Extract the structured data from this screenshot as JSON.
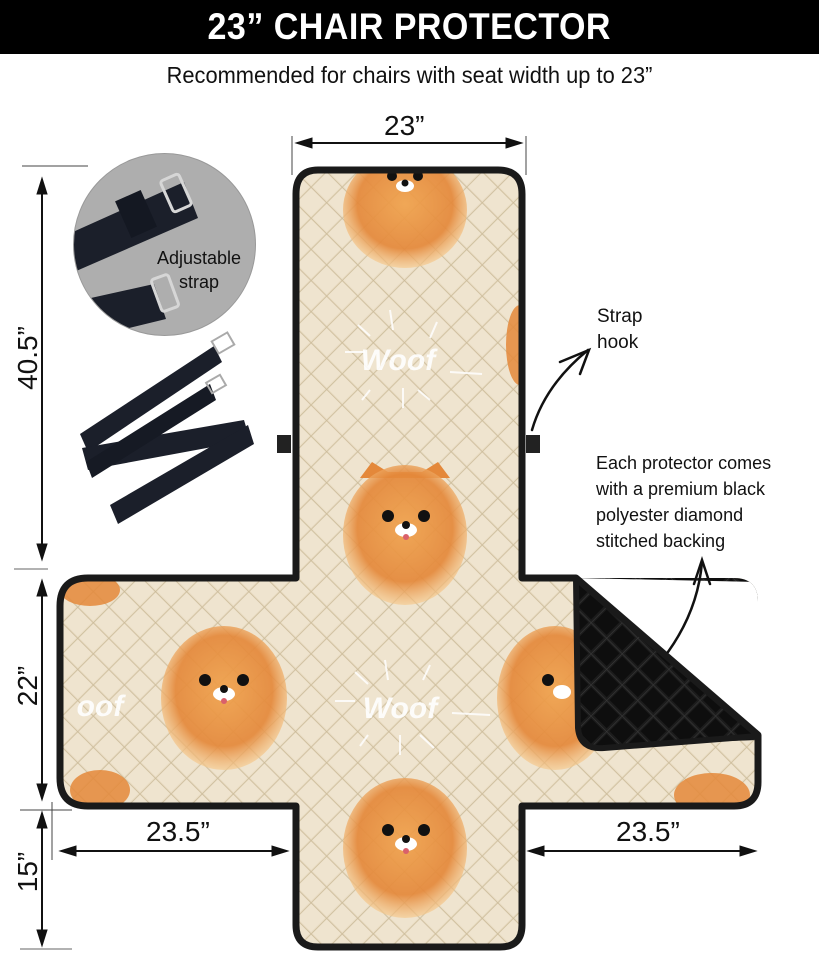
{
  "header": {
    "title": "23” CHAIR PROTECTOR"
  },
  "subtitle": "Recommended for chairs with seat width up to 23”",
  "dimensions": {
    "top_width": "23”",
    "back_height": "40.5”",
    "seat_height": "22”",
    "front_flap_height": "15”",
    "left_arm_width": "23.5”",
    "right_arm_width": "23.5”"
  },
  "callouts": {
    "adjustable_strap": {
      "line1": "Adjustable",
      "line2": "strap"
    },
    "strap_hook": {
      "line1": "Strap",
      "line2": "hook"
    },
    "backing": {
      "line1": "Each protector comes",
      "line2": "with a premium black",
      "line3": "polyester diamond",
      "line4": "stitched backing"
    }
  },
  "pattern": {
    "motif_text": "Woof",
    "motif_subject": "pomeranian-dog-face",
    "colors": {
      "fabric": "#e9dcc3",
      "quilt_shadow": "#cdbf a3",
      "dog_orange": "#e8923a",
      "dog_light": "#f6c98c",
      "border": "#1a1a1a",
      "backing": "#151515"
    }
  },
  "colors": {
    "header_bg": "#000000",
    "header_text": "#ffffff",
    "text": "#111111",
    "strap_circle_bg": "#aeaeae",
    "strap": "#1b1f2a"
  }
}
